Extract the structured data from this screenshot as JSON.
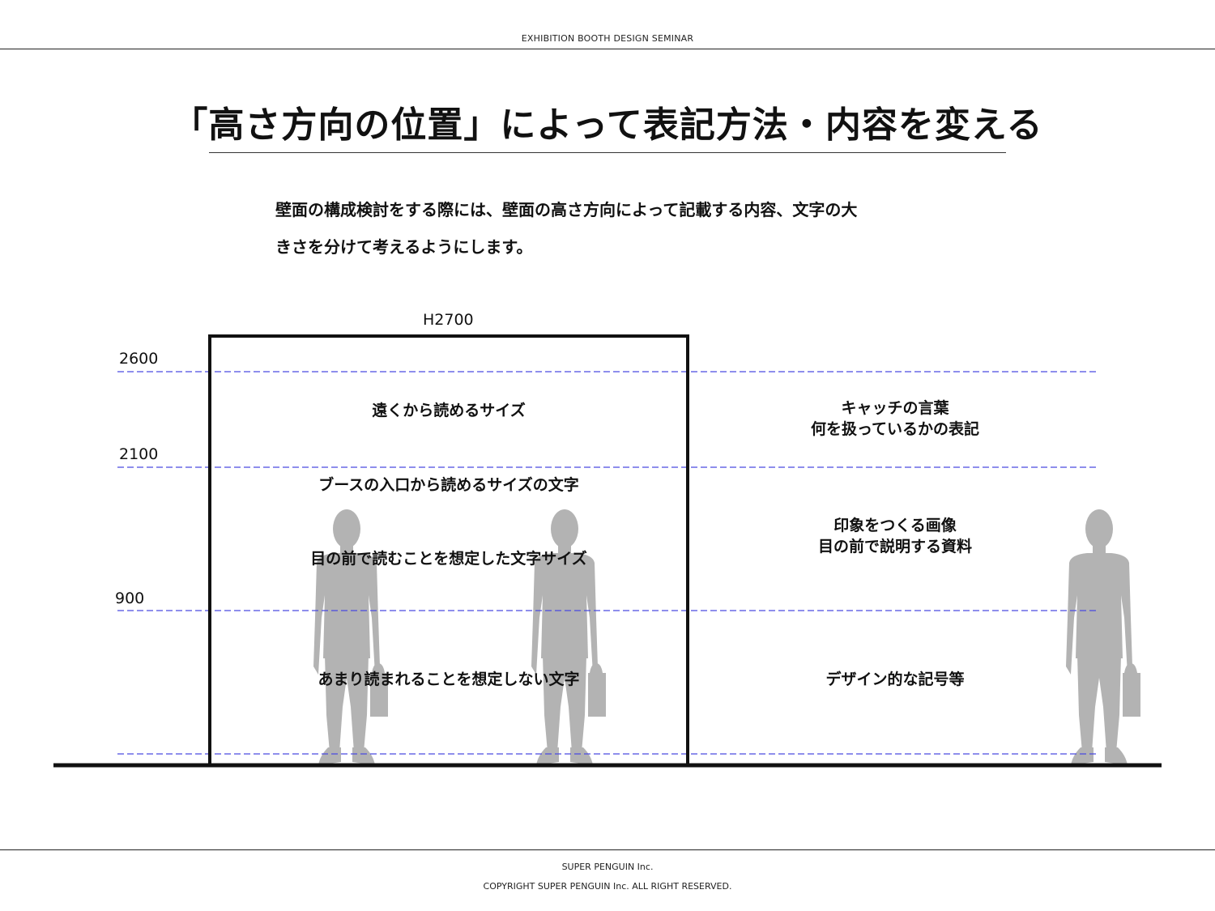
{
  "header": {
    "text": "EXHIBITION BOOTH DESIGN SEMINAR"
  },
  "title": "「高さ方向の位置」によって表記方法・内容を変える",
  "intro": {
    "line1": "壁面の構成検討をする際には、壁面の高さ方向によって記載する内容、文字の大",
    "line2": "きさを分けて考えるようにします。"
  },
  "diagram": {
    "wall_label": "H2700",
    "heights": [
      {
        "label": "2600"
      },
      {
        "label": "2100"
      },
      {
        "label": "900"
      }
    ],
    "left_zones": {
      "top": "遠くから読めるサイズ",
      "entrance": "ブースの入口から読めるサイズの文字",
      "front": "目の前で読むことを想定した文字サイズ",
      "bottom": "あまり読まれることを想定しない文字"
    },
    "right_zones": {
      "top_line1": "キャッチの言葉",
      "top_line2": "何を扱っているかの表記",
      "middle_line1": "印象をつくる画像",
      "middle_line2": "目の前で説明する資料",
      "bottom": "デザイン的な記号等"
    },
    "colors": {
      "guide_line": "#4a4ae0",
      "silhouette": "#b3b3b3",
      "wall": "#111111"
    },
    "icons": [
      "person-silhouette-icon",
      "person-silhouette-icon",
      "person-silhouette-icon"
    ]
  },
  "footer": {
    "company": "SUPER PENGUIN Inc.",
    "copyright": "COPYRIGHT SUPER PENGUIN Inc. ALL RIGHT RESERVED."
  }
}
